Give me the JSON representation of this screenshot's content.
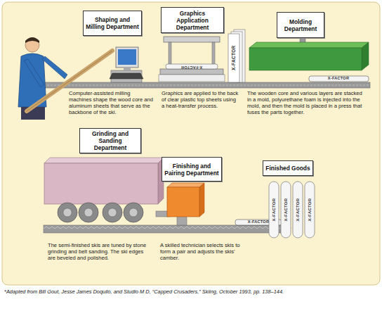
{
  "diagram": {
    "caption": "*Adapted from Bill Gout, Jesse James Doquilo, and Studio M D, “Capped Crusaders,” Skiing, October 1993, pp. 138–144.",
    "nodes": [
      {
        "text": [
          "Shaping and Milling Department"
        ]
      },
      {
        "text": [
          "Graphics Application Department"
        ]
      },
      {
        "text": [
          "Molding Department"
        ]
      },
      {
        "text": [
          "Grinding and Sanding Department"
        ]
      },
      {
        "text": [
          "Finishing and Pairing Department"
        ]
      },
      {
        "text": [
          "Finished Goods"
        ]
      }
    ],
    "labels": [
      "Computer-assisted milling machines shape the wood core and aluminum sheets that serve as the backbone of the ski.",
      "Graphics are applied to the back of clear plastic top sheets using a heat-transfer process.",
      "The wooden core and various layers are stacked in a mold, polyurethane foam is injected into the mold, and then the mold is placed in a press that fuses the parts together.",
      "The semi-finished skis are tuned by stone grinding and belt sanding. The ski edges are beveled and polished.",
      "A skilled technician selects skis to form a pair and adjusts the skis’ camber.",
      "X-FACTOR",
      "X-FACTOR",
      "X-FACTOR",
      "X-FACTOR",
      "X-FACTOR",
      "X-FACTOR",
      "X-FACTOR",
      "X-FACTOR"
    ]
  }
}
